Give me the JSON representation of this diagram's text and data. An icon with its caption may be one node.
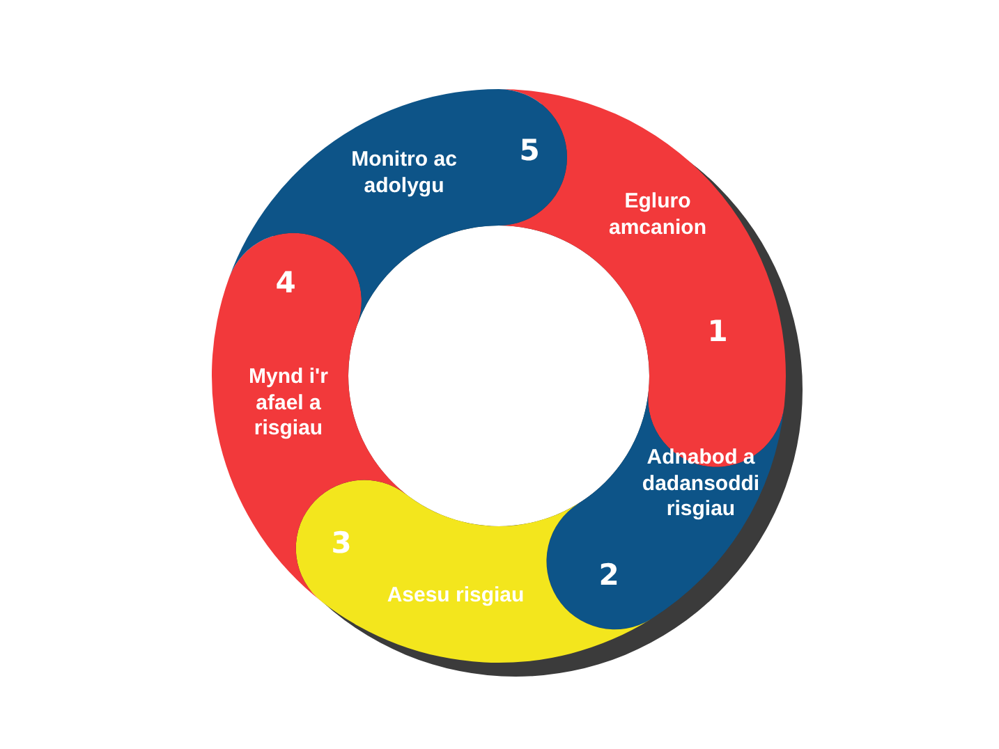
{
  "diagram": {
    "nodes": [
      {
        "text": [
          "Egluro amcanion",
          "1"
        ]
      },
      {
        "text": [
          "Adnabod a dadansoddi risgiau",
          "2"
        ]
      },
      {
        "text": [
          "3",
          "Asesu risgiau"
        ]
      },
      {
        "text": [
          "4",
          "Mynd i'r afael a risgiau"
        ]
      },
      {
        "text": [
          "Monitro ac adolygu",
          "5"
        ]
      }
    ]
  }
}
